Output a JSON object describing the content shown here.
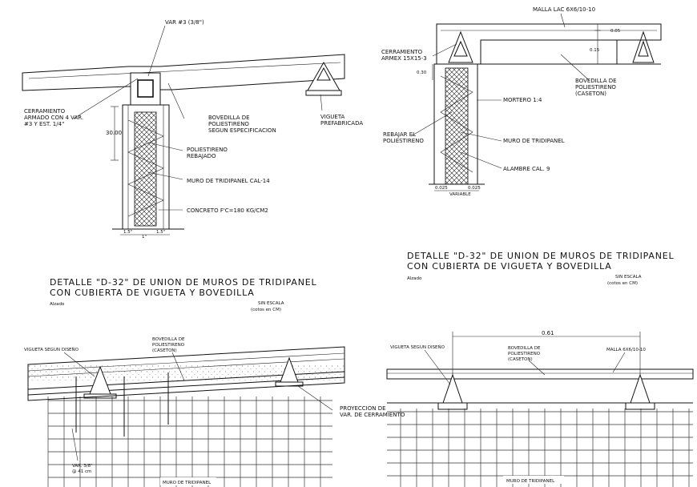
{
  "detail_left": {
    "title_line1": "DETALLE \"D-32\" DE UNION DE MUROS DE TRIDIPANEL",
    "title_line2": "CON CUBIERTA DE VIGUETA Y BOVEDILLA",
    "alzado": "Alzado",
    "scale": "SIN ESCALA",
    "scale_units": "(cotos en CM)",
    "labels": {
      "var": "VAR #3 (3/8\")",
      "cerramiento_1": "CERRAMIENTO",
      "cerramiento_2": "ARMADO CON 4 VAR.",
      "cerramiento_3": "#3 Y EST. 1/4\"",
      "bovedilla_1": "BOVEDILLA DE",
      "bovedilla_2": "POLIESTIRENO",
      "bovedilla_3": "SEGUN ESPECIFICACION",
      "vigueta_1": "VIGUETA",
      "vigueta_2": "PREFABRICADA",
      "dim_30": "30.00",
      "poliestireno_1": "POLIESTIRENO",
      "poliestireno_2": "REBAJADO",
      "muro": "MURO DE TRIDIPANEL CAL-14",
      "concreto": "CONCRETO F'C=180 KG/CM2",
      "dim_left": "1.5\"",
      "dim_mid": "1\"",
      "dim_right": "1.5\""
    }
  },
  "detail_right": {
    "title_line1": "DETALLE \"D-32\" DE UNION DE MUROS DE TRIDIPANEL",
    "title_line2": "CON CUBIERTA DE VIGUETA Y BOVEDILLA",
    "alzado": "Alzado",
    "scale": "SIN ESCALA",
    "scale_units": "(cotos en CM)",
    "labels": {
      "malla": "MALLA LAC 6X6/10-10",
      "dim_005": "0.05",
      "dim_015": "0.15",
      "dim_030": "0.30",
      "cerramiento_1": "CERRAMIENTO",
      "cerramiento_2": "ARMEX 15X15-3",
      "bovedilla_1": "BOVEDILLA DE",
      "bovedilla_2": "POLIESTIRENO",
      "bovedilla_3": "(CASETON)",
      "mortero": "MORTERO 1:4",
      "rebajar_1": "REBAJAR EL",
      "rebajar_2": "POLIESTIRENO",
      "muro": "MURO DE TRIDIPANEL",
      "alambre": "ALAMBRE CAL. 9",
      "dim_b1": "0.025",
      "dim_b2": "VARIABLE",
      "dim_b3": "0.025"
    }
  },
  "bottom_left": {
    "vigueta": "VIGUETA SEGUN DISEÑO",
    "bovedilla_1": "BOVEDILLA DE",
    "bovedilla_2": "POLIESTIRENO",
    "bovedilla_3": "(CASETON)",
    "proyeccion_1": "PROYECCION DE",
    "proyeccion_2": "VAR. DE CERRAMIENTO",
    "var_1": "VAR. 3/8\"",
    "var_2": "@ 41 cm",
    "muro": "MURO DE TRIDIPANEL"
  },
  "bottom_right": {
    "dim": "0.61",
    "vigueta": "VIGUETA SEGUN DISEÑO",
    "bovedilla_1": "BOVEDILLA DE",
    "bovedilla_2": "POLIESTIRENO",
    "bovedilla_3": "(CASETON)",
    "malla": "MALLA 6X6/10-10",
    "muro": "MURO DE TRIDIPANEL"
  }
}
